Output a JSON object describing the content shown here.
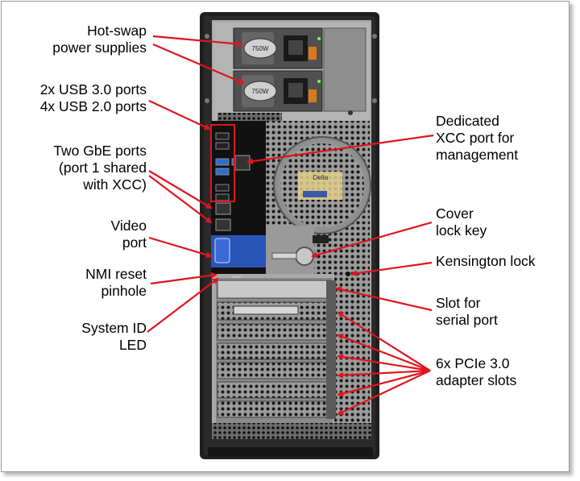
{
  "callouts": {
    "psu": [
      "Hot-swap",
      "power supplies"
    ],
    "usb": [
      "2x USB 3.0 ports",
      "4x USB 2.0 ports"
    ],
    "gbe": [
      "Two GbE ports",
      "(port 1 shared",
      "with XCC)"
    ],
    "video": [
      "Video",
      "port"
    ],
    "nmi": [
      "NMI reset",
      "pinhole"
    ],
    "sysid": [
      "System ID",
      "LED"
    ],
    "xcc": [
      "Dedicated",
      "XCC port for",
      "management"
    ],
    "cover": [
      "Cover",
      "lock key"
    ],
    "kensington": [
      "Kensington lock"
    ],
    "serial": [
      "Slot for",
      "serial port"
    ],
    "pcie": [
      "6x PCIe 3.0",
      "adapter slots"
    ]
  },
  "psu_badge": [
    "750W",
    "750W"
  ],
  "fan_label": "Delta",
  "nmi_tag": "NMI",
  "colors": {
    "arrow": "#e0141e",
    "chassis": "#1c1c1c",
    "vga_blue": "#2a55b8",
    "usb3_blue": "#2c6fd4"
  }
}
